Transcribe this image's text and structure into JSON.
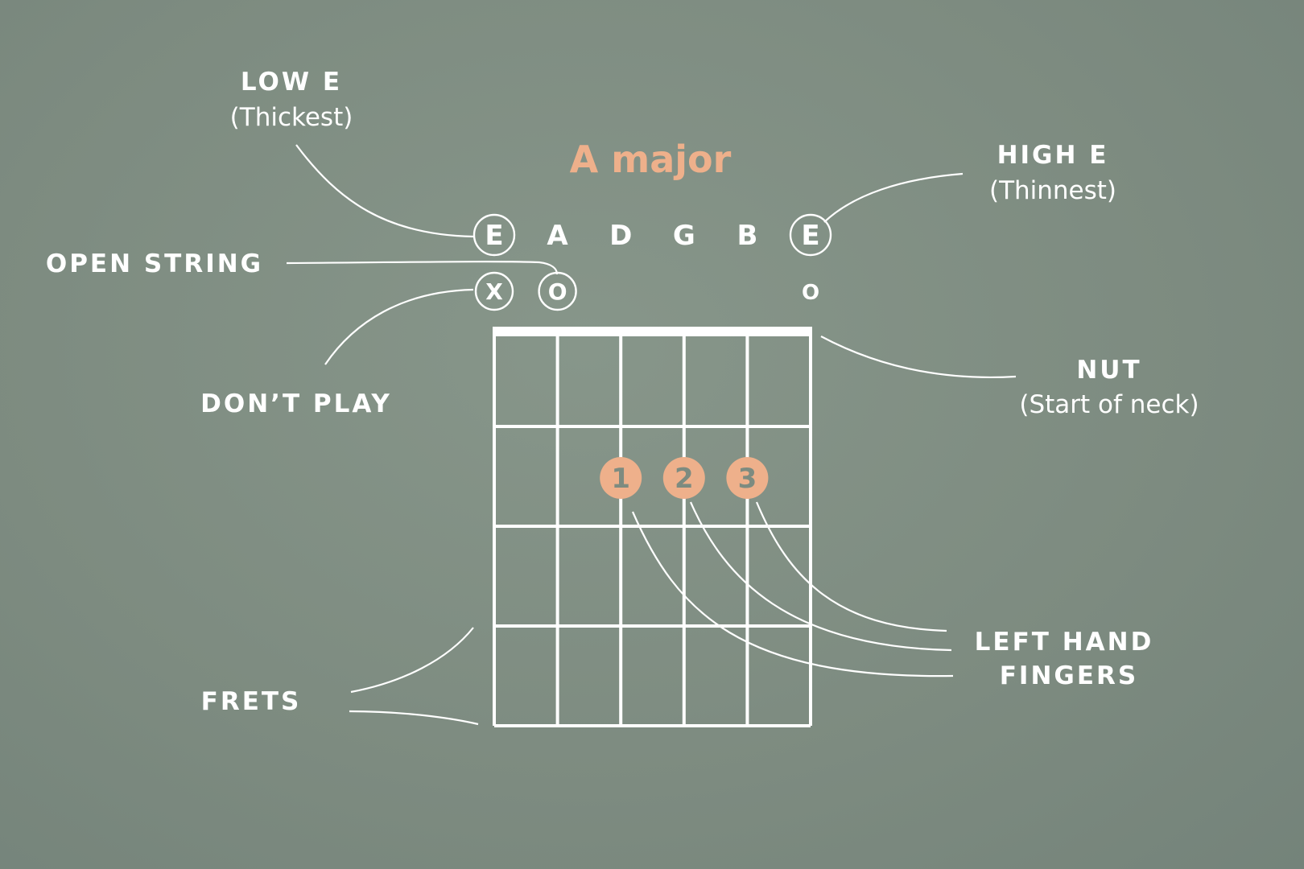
{
  "title": "A major",
  "strings": [
    "E",
    "A",
    "D",
    "G",
    "B",
    "E"
  ],
  "string_markers": [
    {
      "string_index": 0,
      "symbol": "X"
    },
    {
      "string_index": 1,
      "symbol": "O"
    },
    {
      "string_index": 5,
      "symbol": "O"
    }
  ],
  "fingers": [
    {
      "number": "1",
      "string_index": 2,
      "fret": 2
    },
    {
      "number": "2",
      "string_index": 3,
      "fret": 2
    },
    {
      "number": "3",
      "string_index": 4,
      "fret": 2
    }
  ],
  "fret_count": 4,
  "labels": {
    "low_e": {
      "title": "LOW E",
      "sub": "(Thickest)"
    },
    "high_e": {
      "title": "HIGH E",
      "sub": "(Thinnest)"
    },
    "open_string": "OPEN STRING",
    "dont_play": "DON’T PLAY",
    "nut": {
      "title": "NUT",
      "sub": "(Start of neck)"
    },
    "left_hand": {
      "line1": "LEFT HAND",
      "line2": "FINGERS"
    },
    "frets": "FRETS"
  },
  "colors": {
    "accent": "#eeb08b",
    "background": "#7d8b80",
    "line": "#ffffff"
  }
}
